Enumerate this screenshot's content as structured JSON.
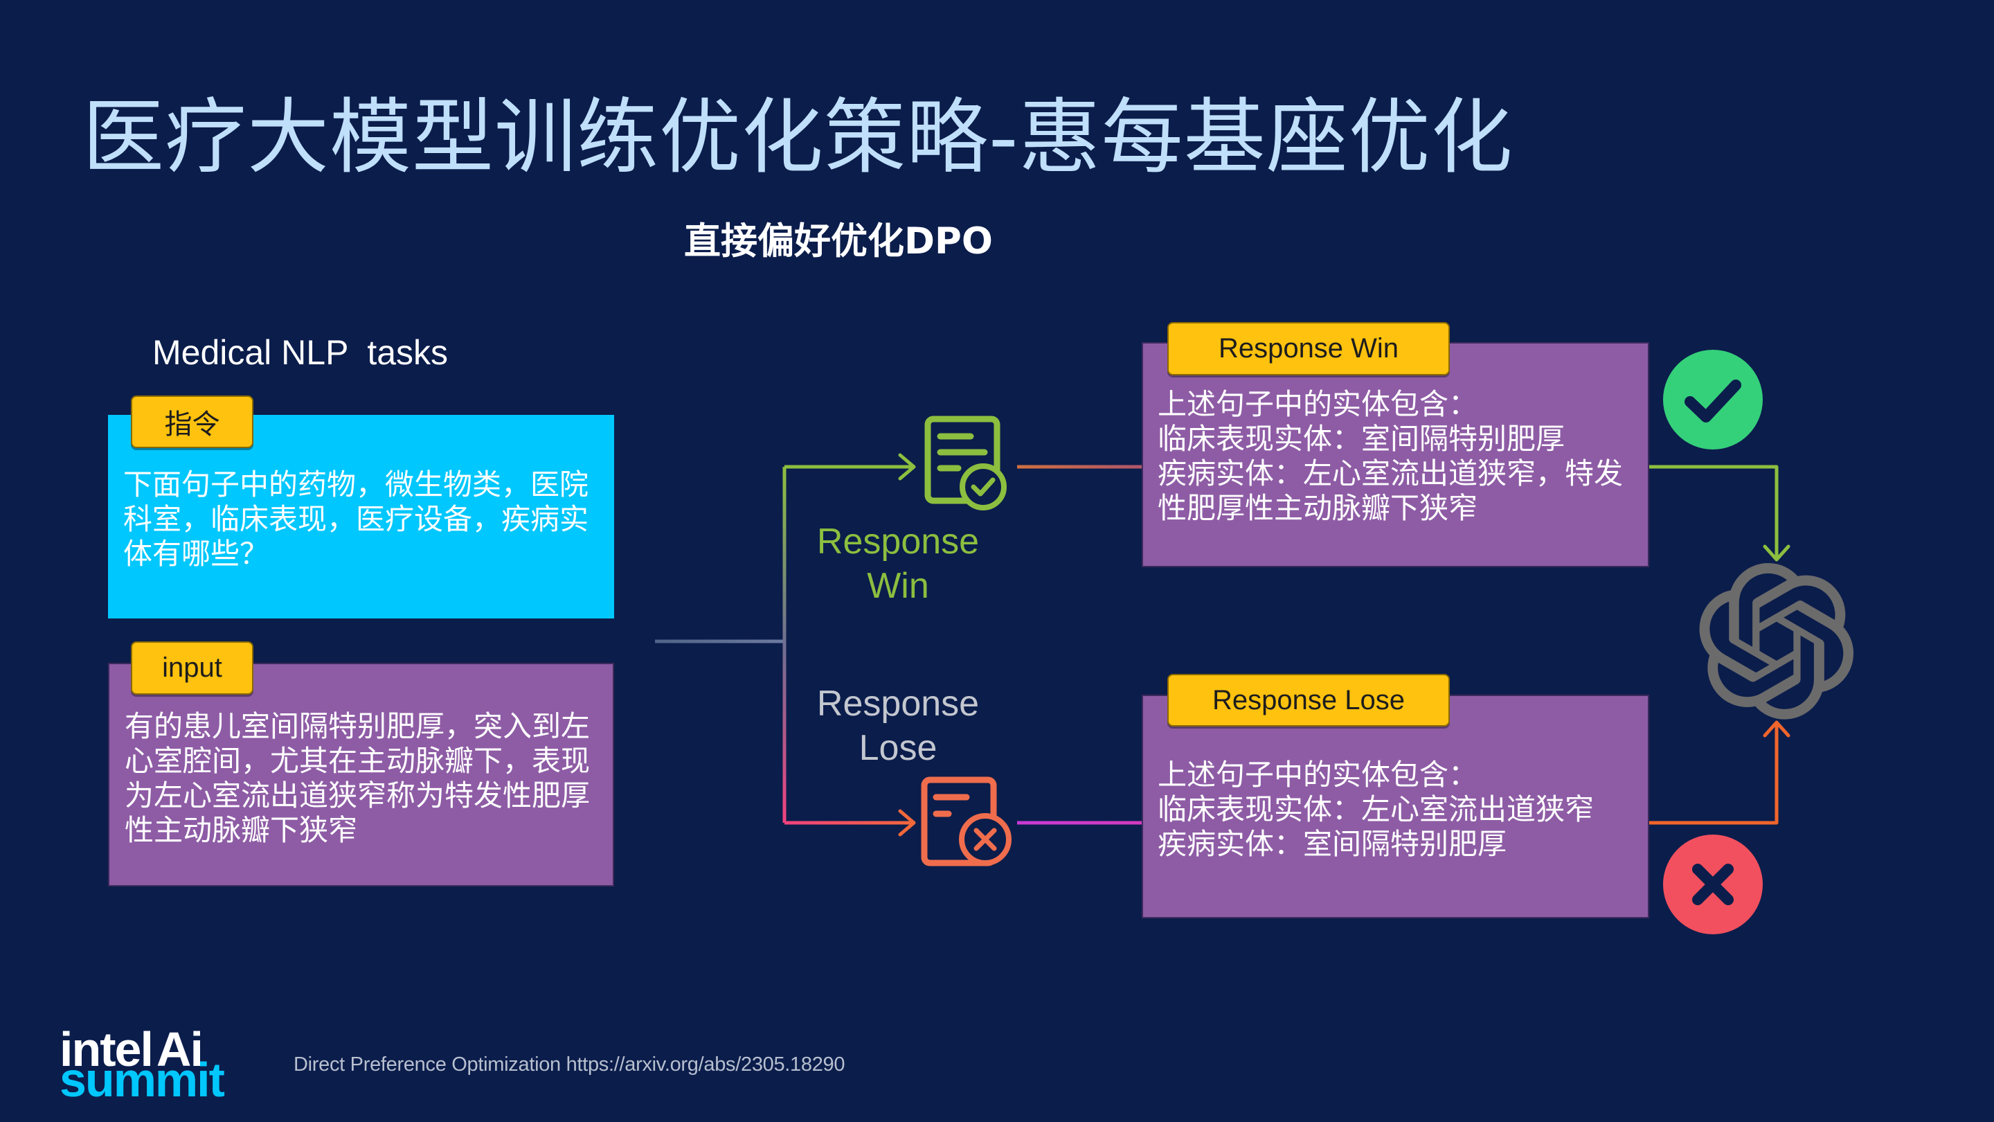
{
  "slide": {
    "title": "医疗大模型训练优化策略-惠每基座优化",
    "subtitle": "直接偏好优化DPO",
    "section_label": "Medical NLP  tasks"
  },
  "instruction": {
    "tag": "指令",
    "lines": [
      "下面句子中的药物，微生物类，医院",
      "科室，临床表现，医疗设备，疾病实",
      "体有哪些？"
    ]
  },
  "input": {
    "tag": "input",
    "lines": [
      "有的患儿室间隔特别肥厚，突入到左",
      "心室腔间，尤其在主动脉瓣下，表现",
      "为左心室流出道狭窄称为特发性肥厚",
      "性主动脉瓣下狭窄"
    ]
  },
  "flow": {
    "win_label": [
      "Response",
      "Win"
    ],
    "lose_label": [
      "Response",
      "Lose"
    ]
  },
  "response_win": {
    "tag": "Response Win",
    "lines": [
      "上述句子中的实体包含：",
      "临床表现实体：室间隔特别肥厚",
      "疾病实体：左心室流出道狭窄，特发",
      "性肥厚性主动脉瓣下狭窄"
    ]
  },
  "response_lose": {
    "tag": "Response Lose",
    "lines": [
      "上述句子中的实体包含：",
      "临床表现实体：左心室流出道狭窄",
      "疾病实体：室间隔特别肥厚"
    ]
  },
  "footer": {
    "reference": "Direct Preference Optimization https://arxiv.org/abs/2305.18290",
    "logo": {
      "brand": "intel",
      "ai": "Ai",
      "event": "summit"
    }
  },
  "icons": {
    "win_document": "document-check-icon",
    "lose_document": "document-x-icon",
    "win_badge": "checkmark-circle-icon",
    "lose_badge": "x-circle-icon",
    "model": "openai-logo-icon"
  },
  "colors": {
    "background": "#0b1d4b",
    "title": "#c0dffa",
    "instruction_box": "#00c7fd",
    "content_box": "#8e5ca5",
    "tag": "#ffc20e",
    "win": "#8cbf3f",
    "lose": "#f2683a",
    "check": "#35d07a",
    "cross": "#f2505e",
    "model_logo": "#6b6b6b"
  }
}
